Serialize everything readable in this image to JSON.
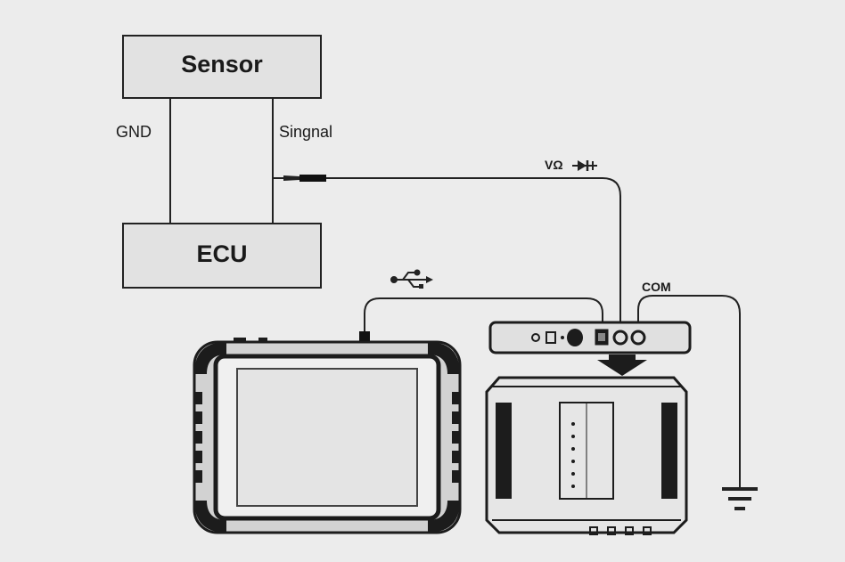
{
  "diagram": {
    "sensor_label": "Sensor",
    "ecu_label": "ECU",
    "gnd_label": "GND",
    "signal_label": "Singnal",
    "meter_label": "VΩ",
    "com_label": "COM"
  },
  "icons": {
    "diode": "diode-icon",
    "usb": "usb-icon",
    "ground": "ground-symbol-icon",
    "probe": "probe-tip-icon"
  },
  "colors": {
    "background": "#ececec",
    "line": "#222222",
    "box_fill": "#e2e2e2",
    "device_dark": "#1c1c1c"
  }
}
